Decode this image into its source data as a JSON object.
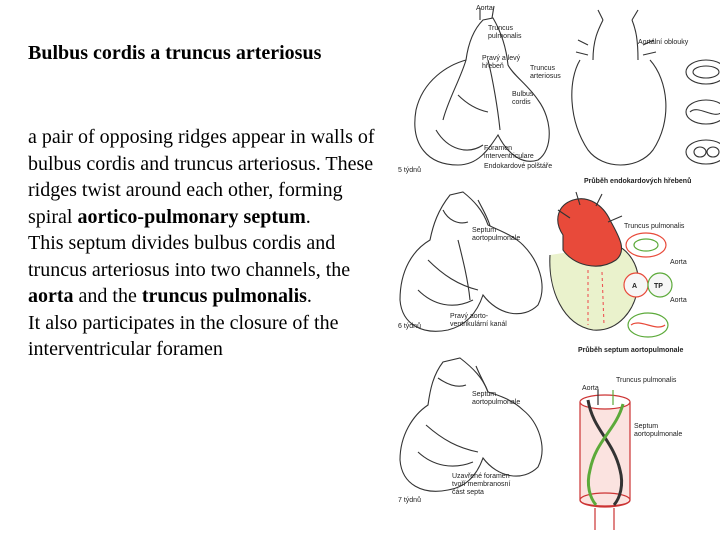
{
  "slide": {
    "title": "Bulbus cordis a truncus arteriosus",
    "paragraph1": {
      "before": "a pair of opposing ridges appear in walls of bulbus cordis and truncus arteriosus. These ridges twist around each other, forming spiral ",
      "bold": "aortico-pulmonary septum",
      "after": "."
    },
    "paragraph2": {
      "part1": "This septum divides bulbus cordis and truncus arteriosus into two channels, the ",
      "bold1": "aorta",
      "part2": " and the ",
      "bold2": "truncus pulmonalis",
      "part3": "."
    },
    "paragraph3": "It also participates in the closure of the interventricular foramen"
  },
  "figure": {
    "labels": {
      "aorta_top": "Aorta",
      "truncus_pulmonalis_a": "Truncus",
      "truncus_pulmonalis_b": "pulmonalis",
      "pravy_a": "Pravý a levý",
      "pravy_b": "hřebeň",
      "bulbus_a": "Bulbus",
      "bulbus_b": "cordis",
      "foramen_a": "Foramen",
      "foramen_b": "interventriculare",
      "endokardove": "Endokardové polštáře",
      "aortalni_oblouky": "Aortální oblouky",
      "truncus_arteriosus_a": "Truncus",
      "truncus_arteriosus_b": "arteriosus",
      "week5": "5 týdnů",
      "caption1": "Průběh endokardových hřebenů",
      "septum_ap_a": "Septum",
      "septum_ap_b": "aortopulmonale",
      "truncus_pulmonalis_2": "Truncus pulmonalis",
      "aorta_2": "Aorta",
      "aorta_3": "Aorta",
      "circle_a": "A",
      "circle_tp": "TP",
      "pravy_kanal_a": "Pravý aorto-",
      "pravy_kanal_b": "ventrikulární kanál",
      "week6": "6 týdnů",
      "caption2": "Průběh septum aortopulmonale",
      "truncus_pulmonalis_3": "Truncus pulmonalis",
      "aorta_4": "Aorta",
      "septum_3a": "Septum",
      "septum_3b": "aortopulmonale",
      "septum_4a": "Septum",
      "septum_4b": "aortopulmonale",
      "uzavrene_a": "Uzavřené foramen",
      "uzavrene_b": "tvoří membranosní",
      "uzavrene_c": "část septa",
      "week7": "7 týdnů"
    }
  }
}
